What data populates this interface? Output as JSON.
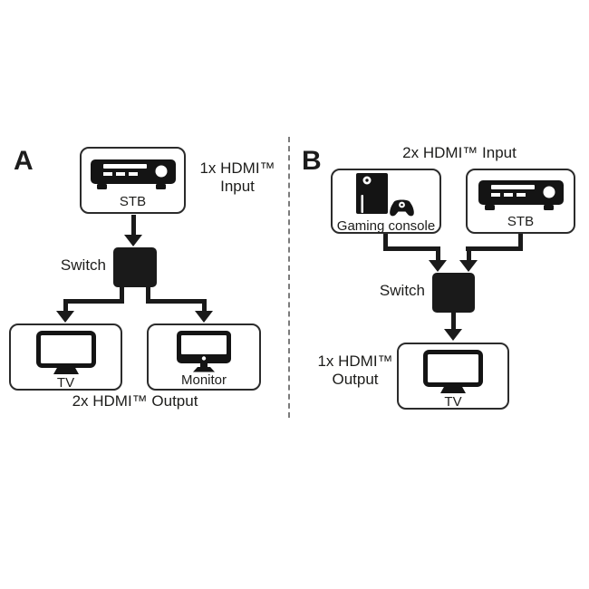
{
  "colors": {
    "ink": "#1d1d1b",
    "line": "#1a1a1a",
    "box_border": "#2b2b2b",
    "divider": "#7b7b7b",
    "background": "#ffffff"
  },
  "diagram_a": {
    "panel_label": "A",
    "input_caption": "1x HDMI™\nInput",
    "source_device": "STB",
    "switch_label": "Switch",
    "output_devices": [
      "TV",
      "Monitor"
    ],
    "output_caption": "2x HDMI™ Output"
  },
  "diagram_b": {
    "panel_label": "B",
    "input_caption": "2x HDMI™ Input",
    "source_devices": [
      "Gaming console",
      "STB"
    ],
    "switch_label": "Switch",
    "output_device": "TV",
    "output_caption": "1x HDMI™\nOutput"
  }
}
